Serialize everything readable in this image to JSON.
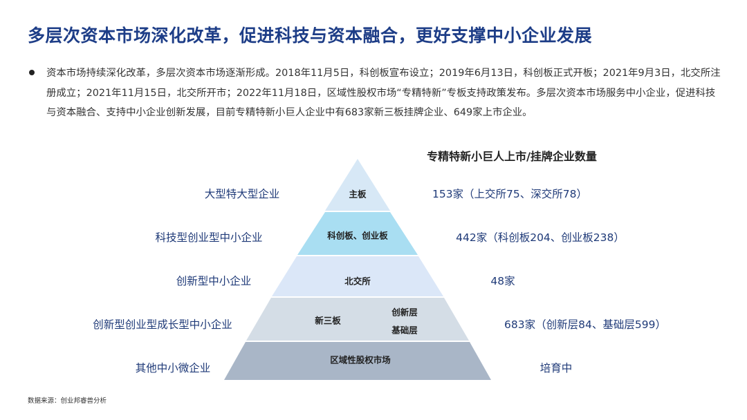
{
  "header": {
    "title": "多层次资本市场深化改革，促进科技与资本融合，更好支撑中小企业发展"
  },
  "summary": {
    "text": "资本市场持续深化改革，多层次资本市场逐渐形成。2018年11月5日，科创板宣布设立；2019年6月13日，科创板正式开板；2021年9月3日，北交所注册成立；2021年11月15日，北交所开市；2022年11月18日，区域性股权市场“专精特新”专板支持政策发布。多层次资本市场服务中小企业，促进科技与资本融合、支持中小企业创新发展，目前专精特新小巨人企业中有683家新三板挂牌企业、649家上市企业。"
  },
  "pyramid": {
    "right_title": "专精特新小巨人上市/挂牌企业数量",
    "levels": [
      {
        "label": "主板",
        "color": "#d7e8f6",
        "left": "大型特大型企业",
        "right": "153家（上交所75、深交所78）"
      },
      {
        "label": "科创板、创业板",
        "color": "#a9def2",
        "left": "科技型创业型中小企业",
        "right": "442家（科创板204、创业板238）"
      },
      {
        "label": "北交所",
        "color": "#dbe7f8",
        "left": "创新型中小企业",
        "right": "48家"
      },
      {
        "label": "新三板",
        "sublabels": [
          "创新层",
          "基础层"
        ],
        "color": "#d4dde6",
        "left": "创新型创业型成长型中小企业",
        "right": "683家（创新层84、基础层599）"
      },
      {
        "label": "区域性股权市场",
        "color": "#a9b6c7",
        "left": "其他中小微企业",
        "right": "培育中"
      }
    ]
  },
  "footer": {
    "source": "数据来源：创业邦睿兽分析"
  }
}
